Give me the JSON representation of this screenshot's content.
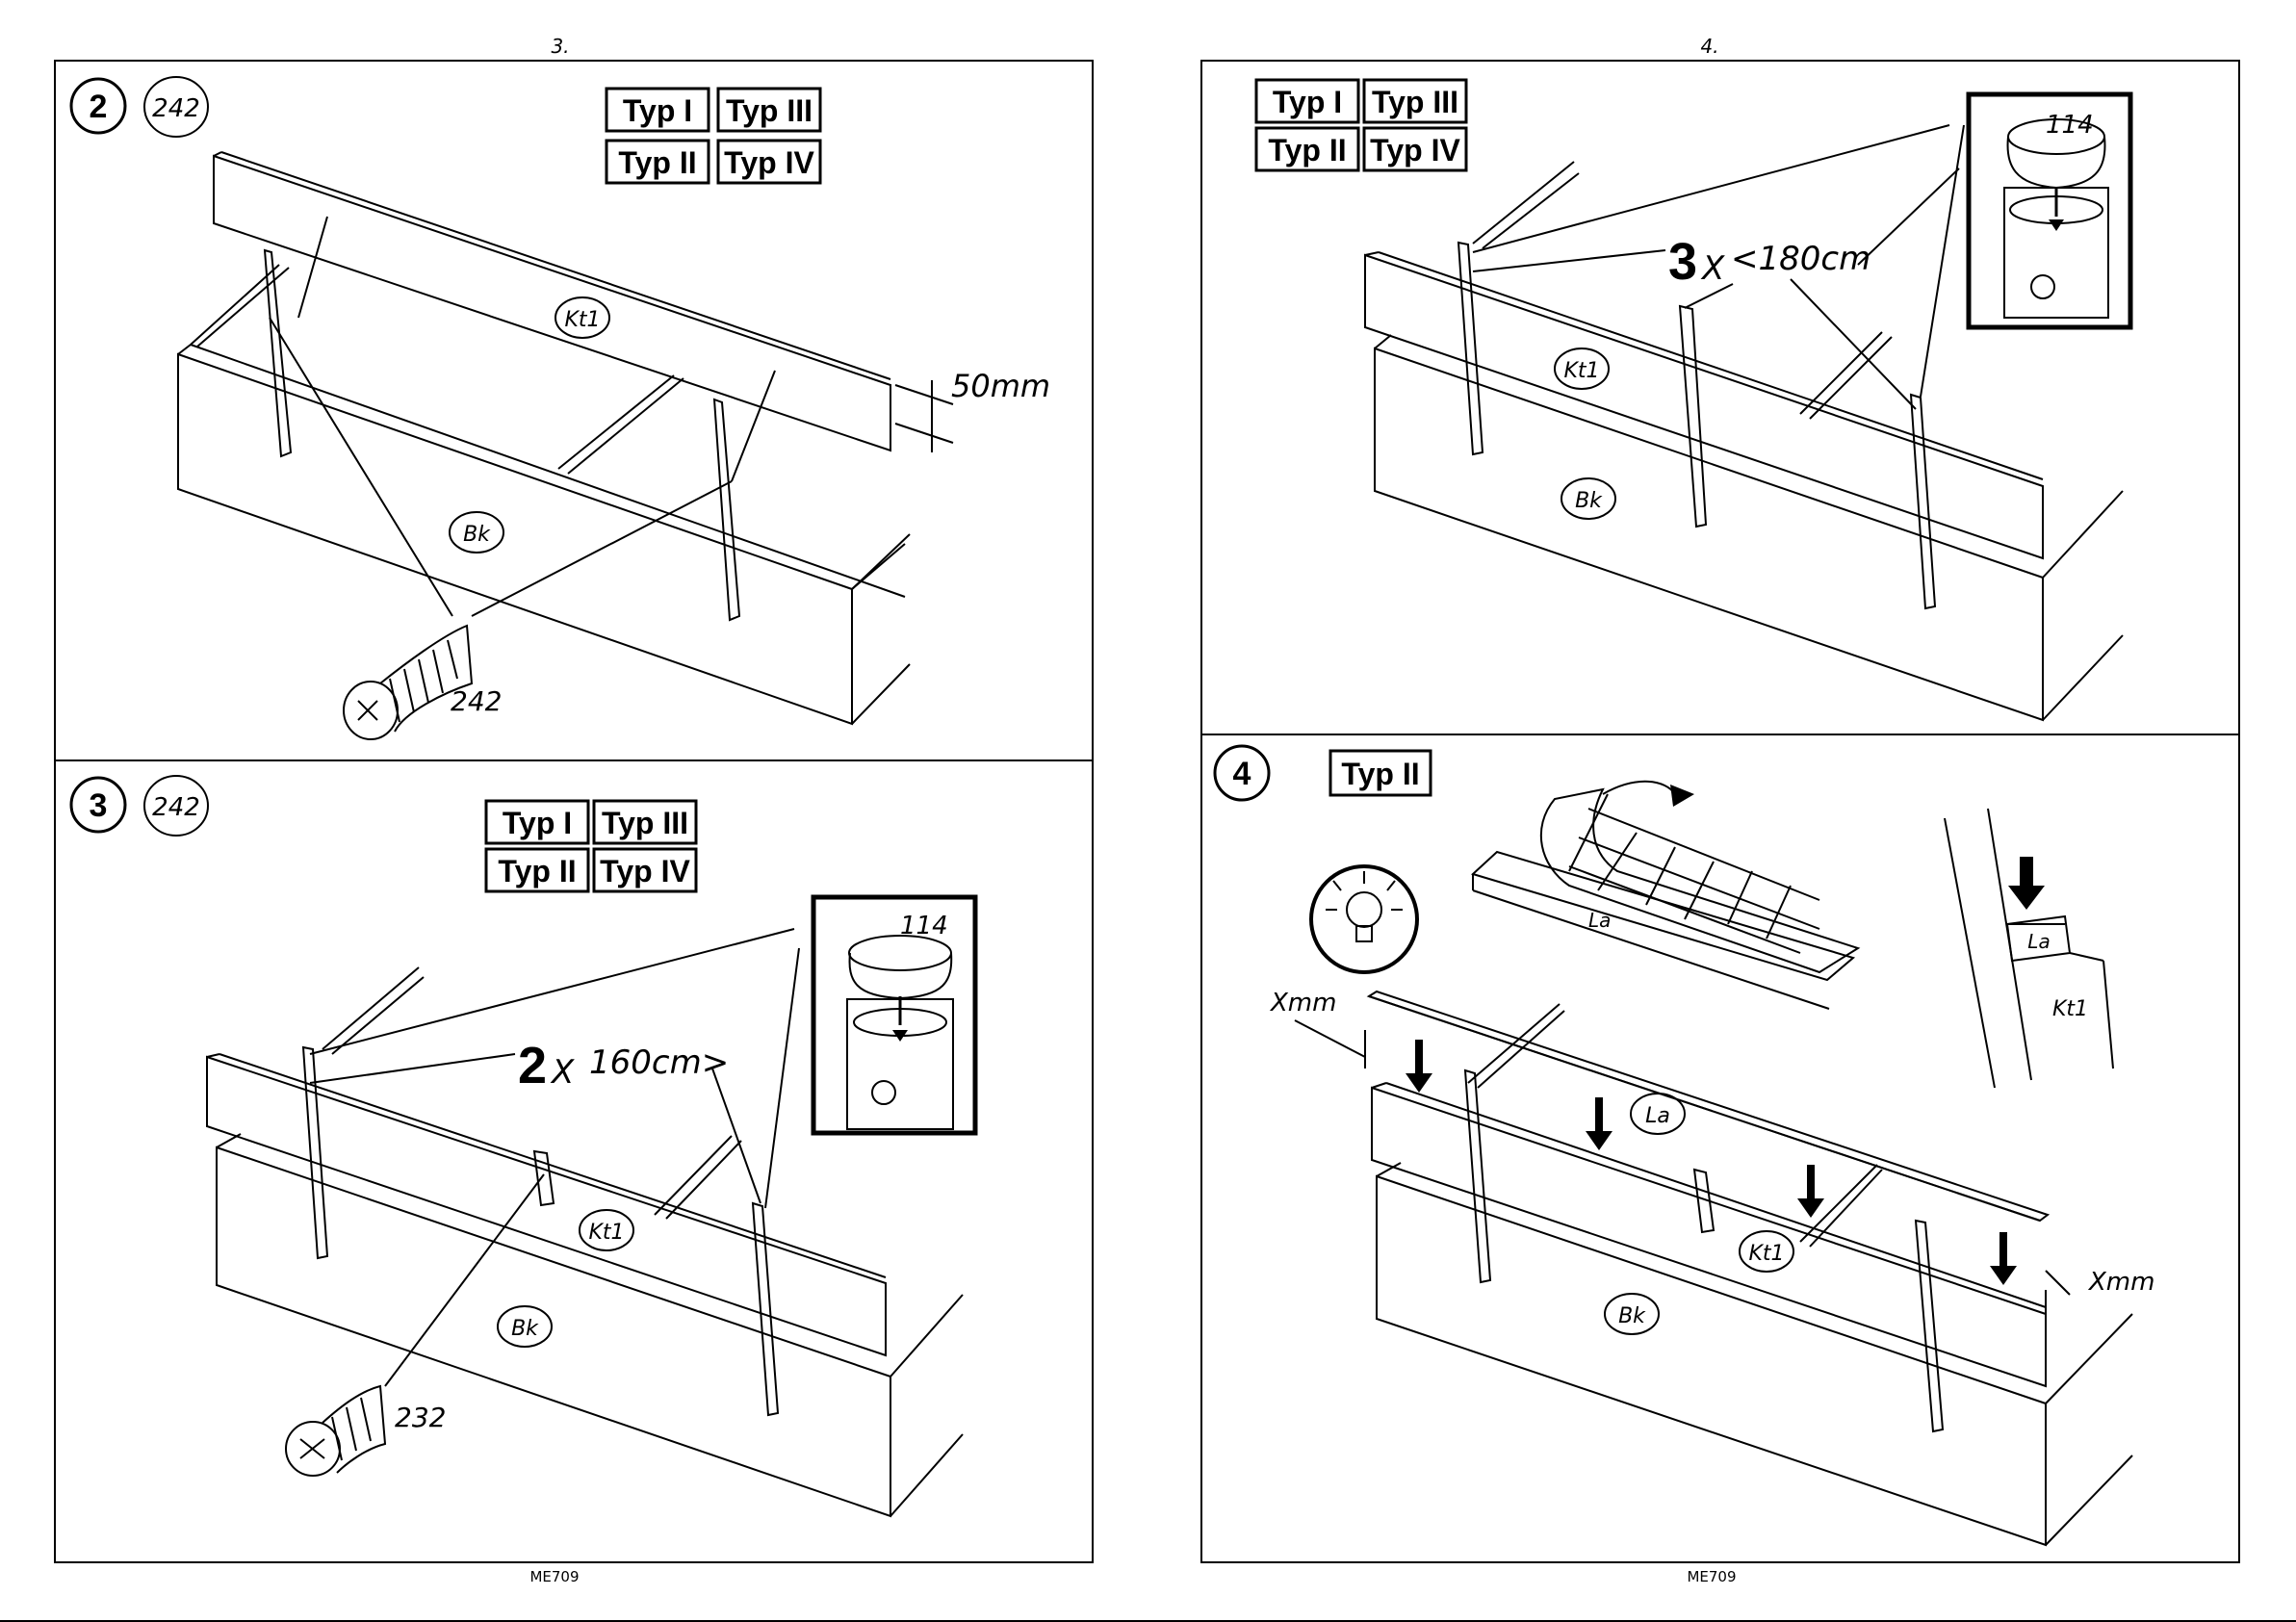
{
  "pages": [
    {
      "number": "3.",
      "footer": "ME709"
    },
    {
      "number": "4.",
      "footer": "ME709"
    }
  ],
  "steps": [
    {
      "step": "2",
      "part": "242",
      "types": [
        "Typ I",
        "Typ III",
        "Typ II",
        "Typ IV"
      ],
      "labels": {
        "board": "Kt1",
        "frame": "Bk",
        "screw": "242",
        "gap": "50mm"
      }
    },
    {
      "step": "3",
      "part": "242",
      "types": [
        "Typ I",
        "Typ III",
        "Typ II",
        "Typ IV"
      ],
      "labels": {
        "board": "Kt1",
        "frame": "Bk",
        "screw": "232",
        "cap": "114"
      },
      "callout": {
        "qty": "2",
        "x": "X",
        "text": "160cm>"
      }
    },
    {
      "step": "",
      "part": "",
      "types": [
        "Typ I",
        "Typ III",
        "Typ II",
        "Typ IV"
      ],
      "labels": {
        "board": "Kt1",
        "frame": "Bk",
        "cap": "114"
      },
      "callout": {
        "qty": "3",
        "x": "X",
        "text": "<180cm"
      }
    },
    {
      "step": "4",
      "part": "",
      "types": [
        "Typ II"
      ],
      "labels": {
        "board": "Kt1",
        "frame": "Bk",
        "strip": "La",
        "strip2": "La",
        "detail_strip": "La",
        "detail_board": "Kt1",
        "offset1": "Xmm",
        "offset2": "Xmm"
      }
    }
  ],
  "icons": {
    "bulb": "lightbulb-hint-icon",
    "arrow": "down-arrow-icon"
  }
}
